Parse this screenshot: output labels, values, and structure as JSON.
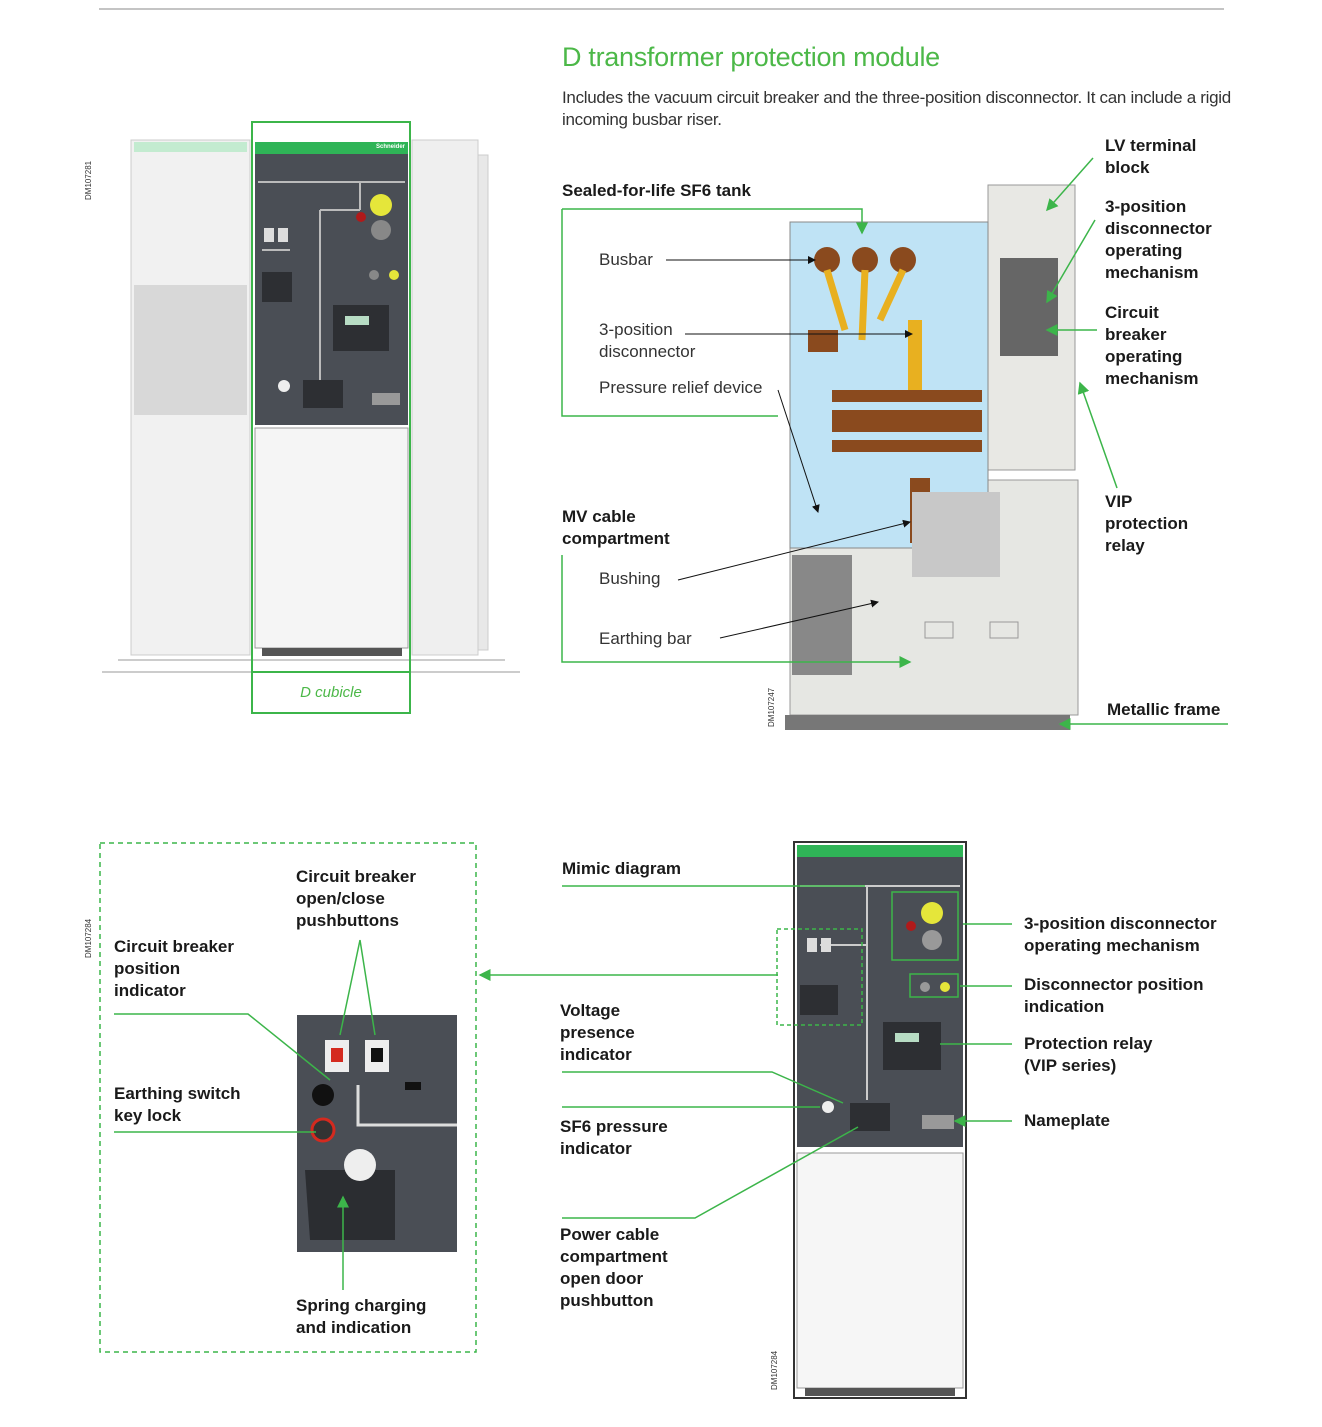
{
  "title": "D transformer protection module",
  "description": "Includes the vacuum circuit breaker and the three-position disconnector. It can include a rigid incoming busbar riser.",
  "figure1": {
    "code": "DM107281",
    "caption": "D cubicle",
    "brand": "Schneider"
  },
  "figure2": {
    "code": "DM107247",
    "labels": {
      "sf6_tank": "Sealed-for-life SF6 tank",
      "busbar": "Busbar",
      "disconnector": "3-position\ndisconnector",
      "pressure_relief": "Pressure relief device",
      "mv_cable": "MV cable\ncompartment",
      "bushing": "Bushing",
      "earthing_bar": "Earthing bar",
      "lv_terminal": "LV  terminal\nblock",
      "disc_mech": "3-position\ndisconnector\noperating\nmechanism",
      "cb_mech": "Circuit\nbreaker\noperating\nmechanism",
      "vip": "VIP\nprotection\nrelay",
      "frame": "Metallic frame"
    }
  },
  "figure3": {
    "code": "DM107284",
    "labels": {
      "cb_pushbuttons": "Circuit breaker\nopen/close\npushbuttons",
      "cb_position": "Circuit breaker\nposition\nindicator",
      "earthing_lock": "Earthing switch\nkey lock",
      "spring": "Spring charging\nand indication"
    }
  },
  "figure4": {
    "code": "DM107284",
    "labels": {
      "mimic": "Mimic diagram",
      "voltage": "Voltage\npresence\nindicator",
      "sf6_pressure": "SF6 pressure\nindicator",
      "power_cable": "Power cable\ncompartment\nopen door\npushbutton",
      "disc_mech": "3-position disconnector\noperating mechanism",
      "disc_pos": "Disconnector position\nindication",
      "relay": "Protection relay\n(VIP series)",
      "nameplate": "Nameplate"
    }
  },
  "colors": {
    "accent": "#4cb848",
    "panel": "#4a4e55",
    "tank": "#bfe3f5"
  }
}
